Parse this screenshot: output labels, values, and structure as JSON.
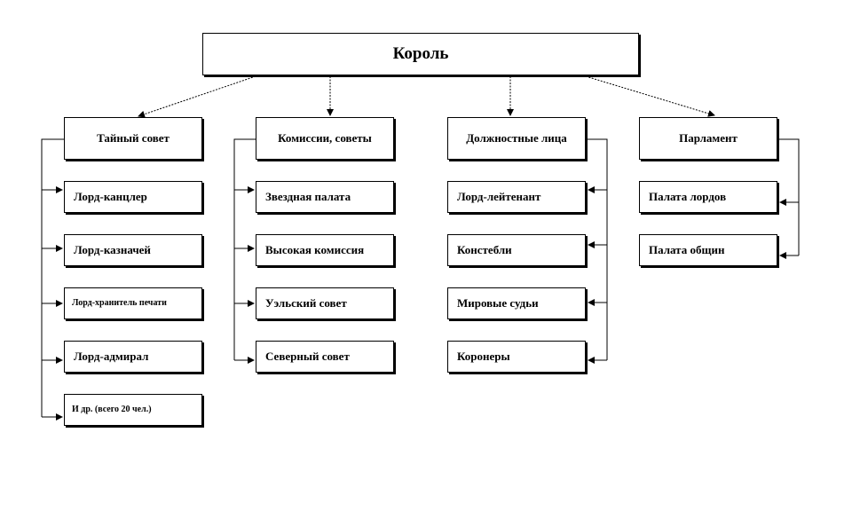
{
  "king": "Король",
  "privy_council": {
    "title": "Тайный совет",
    "items": [
      "Лорд-канцлер",
      "Лорд-казначей",
      "Лорд-хранитель печати",
      "Лорд-адмирал",
      "И др. (всего 20 чел.)"
    ]
  },
  "commissions": {
    "title": "Комиссии, советы",
    "items": [
      "Звездная палата",
      "Высокая комиссия",
      "Уэльский совет",
      "Северный совет"
    ]
  },
  "officials": {
    "title": "Должностные лица",
    "items": [
      "Лорд-лейтенант",
      "Констебли",
      "Мировые судьи",
      "Коронеры"
    ]
  },
  "parliament": {
    "title": "Парламент",
    "items": [
      "Палата лордов",
      "Палата общин"
    ]
  }
}
